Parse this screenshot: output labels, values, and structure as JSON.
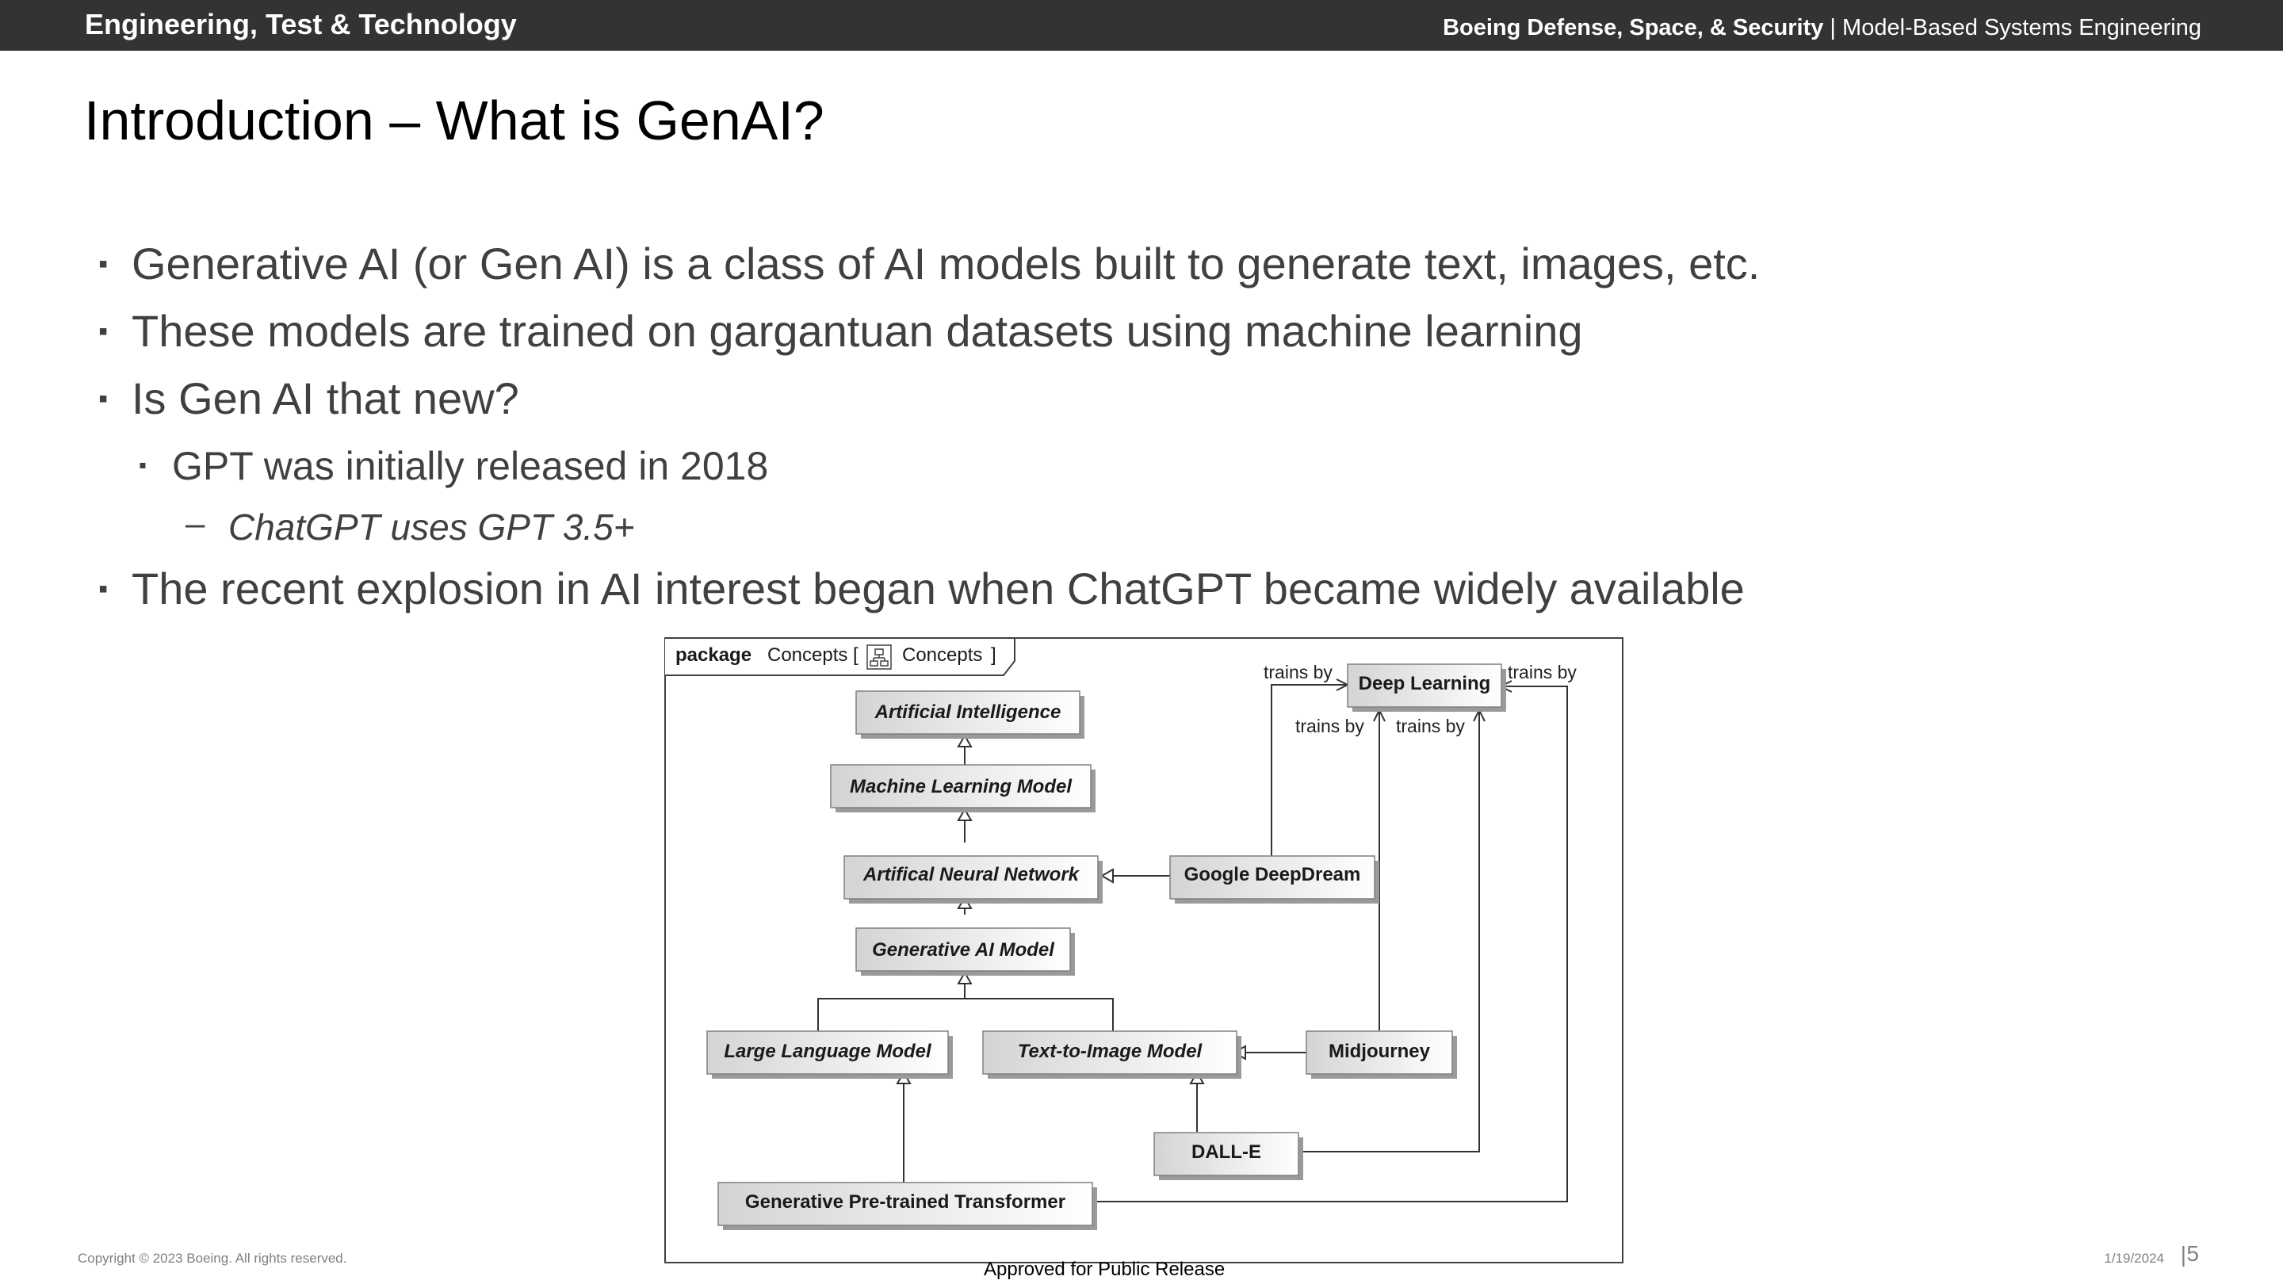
{
  "header": {
    "group": "Engineering, Test & Technology",
    "org": "Boeing Defense, Space, & Security",
    "separator": "|",
    "program": "Model-Based Systems Engineering"
  },
  "slide": {
    "title": "Introduction – What is GenAI?",
    "bullets": [
      "Generative AI (or Gen AI) is a class of AI models built to generate text, images, etc.",
      "These models are trained on gargantuan datasets using machine learning",
      "Is Gen AI that new?",
      "GPT was initially released in 2018",
      "ChatGPT uses GPT 3.5+",
      "The recent explosion in AI interest began when ChatGPT became widely available"
    ],
    "bullet_marker": "▪",
    "dash_marker": "–"
  },
  "diagram": {
    "frame_keyword": "package",
    "frame_name": "Concepts",
    "frame_ref_open": "[",
    "frame_ref_name": "Concepts",
    "frame_ref_close": "]",
    "nodes": {
      "ai": "Artificial Intelligence",
      "ml": "Machine Learning Model",
      "ann": "Artifical Neural Network",
      "gen": "Generative AI Model",
      "llm": "Large Language Model",
      "t2i": "Text-to-Image Model",
      "gpt": "Generative Pre-trained Transformer",
      "deepdream": "Google DeepDream",
      "midjourney": "Midjourney",
      "dalle": "DALL-E",
      "dl": "Deep Learning"
    },
    "edge_label": "trains by"
  },
  "footer": {
    "copyright": "Copyright © 2023 Boeing. All rights reserved.",
    "approval": "Approved for Public Release",
    "date": "1/19/2024",
    "page_separator": "|",
    "page": "5"
  }
}
